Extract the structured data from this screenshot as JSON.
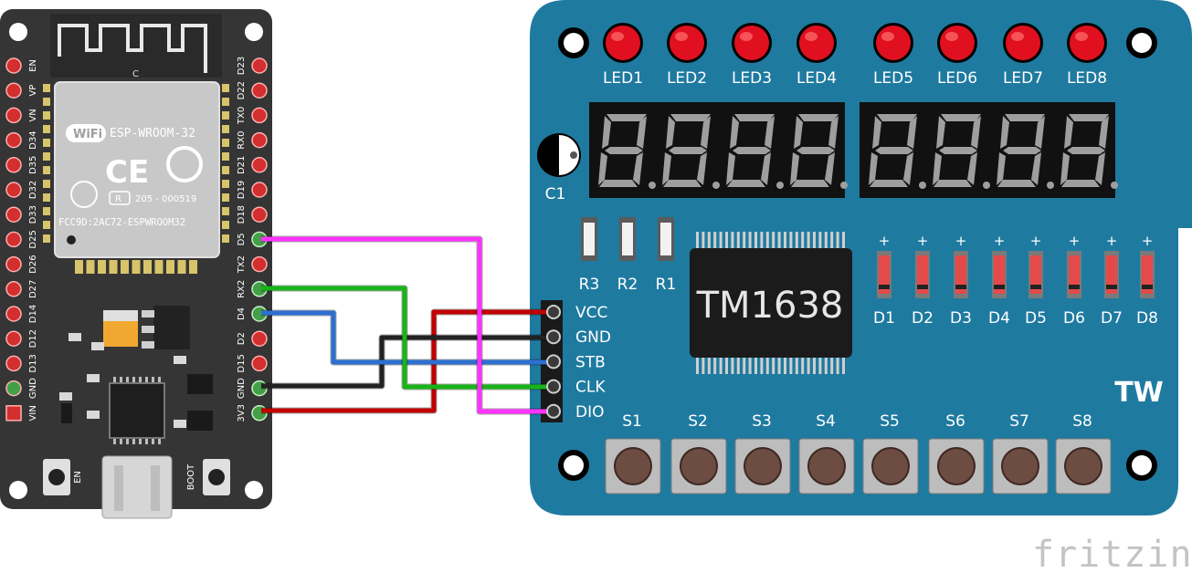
{
  "watermark": "fritzing",
  "esp32": {
    "module_label": "ESP-WROOM-32",
    "fcc_label": "FCC9D:2AC72-ESPWROOM32",
    "cert_label": "205 - 000519",
    "wifi_label": "WiFi",
    "shield_letter": "C",
    "button_en": "EN",
    "button_boot": "BOOT",
    "left_pins": [
      "EN",
      "VP",
      "VN",
      "D34",
      "D35",
      "D32",
      "D33",
      "D25",
      "D26",
      "D27",
      "D14",
      "D12",
      "D13",
      "GND",
      "VIN"
    ],
    "right_pins": [
      "D23",
      "D22",
      "TX0",
      "RX0",
      "D21",
      "D19",
      "D18",
      "D5",
      "TX2",
      "RX2",
      "D4",
      "D2",
      "D15",
      "GND",
      "3V3"
    ],
    "colors": {
      "board": "#353535",
      "pin": "#d32f2f",
      "pin_connected": "#43a047",
      "module": "#c8c8c8"
    }
  },
  "tm1638": {
    "chip_label": "TM1638",
    "logo": "TW",
    "leds": [
      "LED1",
      "LED2",
      "LED3",
      "LED4",
      "LED5",
      "LED6",
      "LED7",
      "LED8"
    ],
    "capacitor": "C1",
    "resistors": [
      "R3",
      "R2",
      "R1"
    ],
    "diodes": [
      "D1",
      "D2",
      "D3",
      "D4",
      "D5",
      "D6",
      "D7",
      "D8"
    ],
    "diode_plus": "+",
    "switches": [
      "S1",
      "S2",
      "S3",
      "S4",
      "S5",
      "S6",
      "S7",
      "S8"
    ],
    "header_pins": [
      "VCC",
      "GND",
      "STB",
      "CLK",
      "DIO"
    ],
    "colors": {
      "board": "#1f7aa0",
      "led": "#e01020",
      "display": "#111111",
      "segment": "#9e9e9e"
    }
  },
  "wires": [
    {
      "from": "3V3",
      "to": "VCC",
      "color": "#c00000"
    },
    {
      "from": "GND",
      "to": "GND",
      "color": "#222222"
    },
    {
      "from": "D4",
      "to": "STB",
      "color": "#2d6fd0"
    },
    {
      "from": "RX2",
      "to": "CLK",
      "color": "#18b418"
    },
    {
      "from": "D5",
      "to": "DIO",
      "color": "#ff33ff"
    }
  ]
}
